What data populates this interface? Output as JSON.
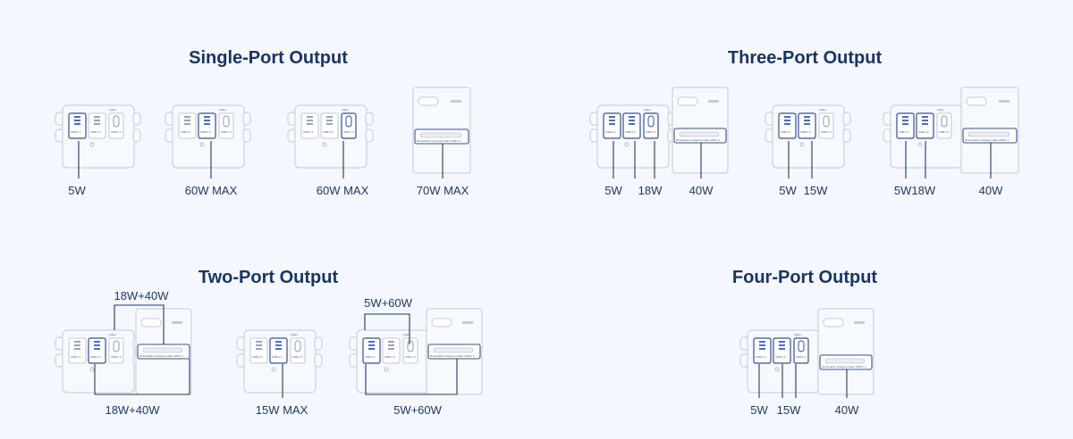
{
  "sections": {
    "single": {
      "title": "Single-Port Output",
      "labels": [
        "5W",
        "60W MAX",
        "60W MAX",
        "70W MAX"
      ]
    },
    "three": {
      "title": "Three-Port Output",
      "labels": [
        "5W",
        "18W",
        "40W",
        "5W",
        "15W",
        "5W18W",
        "40W"
      ]
    },
    "two": {
      "title": "Two-Port Output",
      "labels": [
        "18W+40W",
        "18W+40W",
        "15W MAX",
        "5W+60W",
        "5W+60W"
      ]
    },
    "four": {
      "title": "Four-Port Output",
      "labels": [
        "5W",
        "15W",
        "40W"
      ]
    }
  },
  "device": {
    "port_labels": [
      "USB-A 1",
      "USB-A 2",
      "USB-C 2"
    ],
    "brand": "Anker",
    "cable_text": "Retractable Charging Cable USB-C 1"
  },
  "colors": {
    "background": "#f4f7fd",
    "text": "#1f3a63",
    "device_outline": "#c3ccd8",
    "highlight": "#34508a"
  },
  "icons": [
    "adapter-device-icon",
    "retractable-cable-device-icon"
  ]
}
